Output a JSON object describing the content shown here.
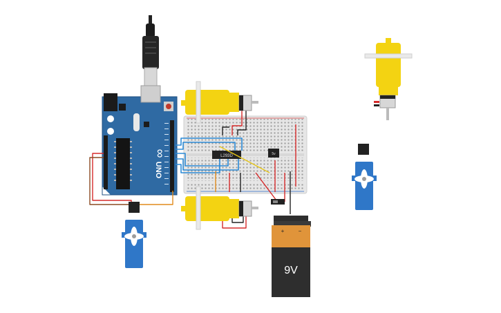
{
  "canvas": {
    "background": "#ffffff"
  },
  "colors": {
    "arduino_board": "#2f6aa3",
    "breadboard": "#e6e6e6",
    "motor_yellow": "#f3d312",
    "servo_blue": "#2f77c8",
    "battery_orange": "#e0943a",
    "battery_dark": "#2e2e2e",
    "wire_red": "#d62a2a",
    "wire_blue": "#2b8ad6",
    "wire_black": "#222222",
    "wire_orange": "#e08a1c",
    "wire_brown": "#8a4a22",
    "wire_yellow": "#e6c61a"
  },
  "arduino": {
    "icon": "arduino-uno-board",
    "logo_text": "∞",
    "model_label": "UNO"
  },
  "breadboard": {
    "icon": "breadboard",
    "driver_chip_label": "L293D",
    "regulator_label": "5v"
  },
  "battery": {
    "icon": "battery-9v",
    "voltage_label": "9V",
    "plus_label": "+",
    "minus_label": "−"
  },
  "components": {
    "usb_cable": "usb-cable-icon",
    "dc_motor": "dc-gear-motor-icon",
    "servo": "micro-servo-icon",
    "slide_switch": "slide-switch-icon"
  }
}
